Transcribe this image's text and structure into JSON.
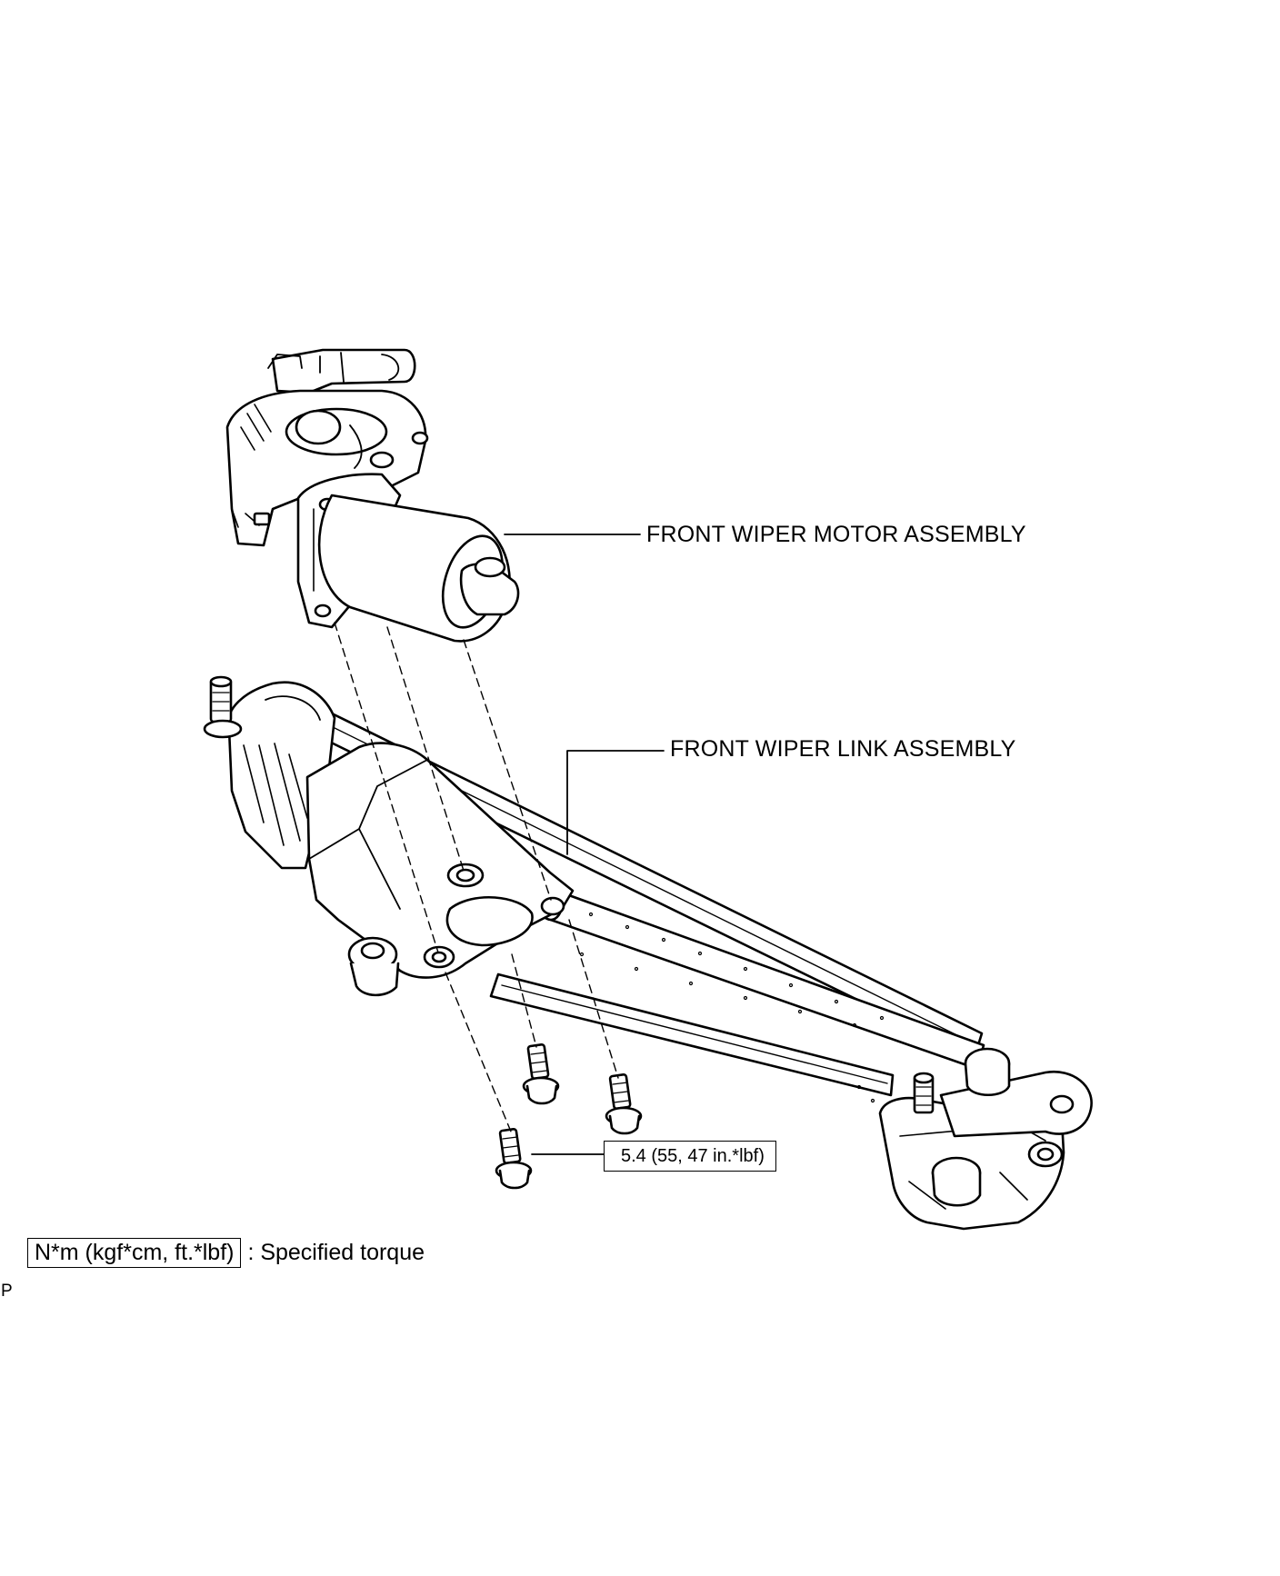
{
  "labels": {
    "motor": "FRONT WIPER MOTOR ASSEMBLY",
    "link": "FRONT WIPER LINK ASSEMBLY",
    "torque_value": "5.4 (55, 47 in.*lbf)"
  },
  "legend": {
    "unit": "N*m (kgf*cm, ft.*lbf)",
    "description": ": Specified torque"
  },
  "page_mark": "P",
  "icons": {
    "motor": "wiper-motor-icon",
    "link": "wiper-link-icon",
    "bolt": "bolt-icon"
  }
}
